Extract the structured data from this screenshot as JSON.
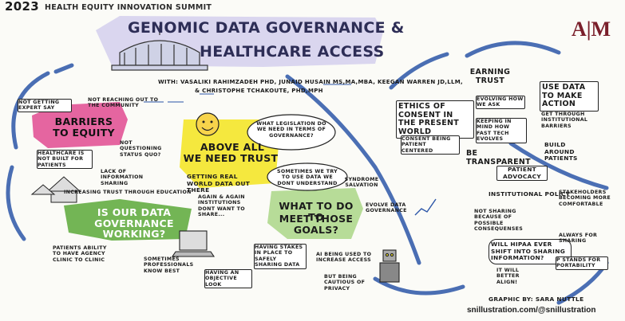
{
  "header": {
    "year": "2023",
    "event": "HEALTH EQUITY INNOVATION SUMMIT",
    "title_line1": "GENOMIC DATA GOVERNANCE &",
    "title_line2": "HEALTHCARE ACCESS",
    "speakers_line1": "WITH: VASALIKI RAHIMZADEH PHD, JUNAID HUSAIN MS,MA,MBA, KEEGAN WARREN JD,LLM,",
    "speakers_line2": "& CHRISTOPHE TCHAKOUTE, PHD,MPH",
    "logo": "A|M"
  },
  "barriers": {
    "title": "BARRIERS TO EQUITY",
    "not_getting": "NOT GETTING EXPERT SAY",
    "not_reaching": "NOT REACHING OUT TO THE COMMUNITY",
    "not_questioning": "NOT QUESTIONING STATUS QUO?",
    "not_built": "HEALTHCARE IS NOT BUILT FOR PATIENTS",
    "lack_info": "LACK OF INFORMATION SHARING"
  },
  "trust": {
    "question": "WHAT LEGISLATION DO WE NEED IN TERMS OF GOVERNANCE?",
    "title_line1": "ABOVE ALL",
    "title_line2": "WE NEED TRUST",
    "real_world": "GETTING REAL WORLD DATA OUT THERE",
    "sometimes": "SOMETIMES WE TRY TO USE DATA WE DONT UNDERSTAND",
    "again": "AGAIN & AGAIN INSTITUTIONS DONT WANT TO SHARE..."
  },
  "working": {
    "increasing": "INCREASING TRUST THROUGH EDUCATION",
    "title": "IS OUR DATA GOVERNANCE WORKING?",
    "patients": "PATIENTS ABILITY TO HAVE AGENCY CLINIC TO CLINIC",
    "professionals": "SOMETIMES PROFESSIONALS KNOW BEST",
    "objective": "HAVING AN OBJECTIVE LOOK"
  },
  "goals": {
    "syndrome": "SYNDROME SALVATION",
    "title_line1": "WHAT TO DO TO",
    "title_line2": "MEET THOSE GOALS?",
    "evolve": "EVOLVE DATA GOVERNANCE",
    "stakes": "HAVING STAKES IN PLACE TO SAFELY SHARING DATA",
    "ai": "AI BEING USED TO INCREASE ACCESS",
    "cautious": "BUT BEING CAUTIOUS OF PRIVACY"
  },
  "consent": {
    "earning": "EARNING TRUST",
    "ethics": "ETHICS OF CONSENT IN THE PRESENT WORLD",
    "evolving": "EVOLVING HOW WE ASK",
    "keeping": "KEEPING IN MIND HOW FAST TECH EVOLVES",
    "patient_centered": "CONSENT BEING PATIENT CENTERED",
    "transparent": "BE TRANSPARENT"
  },
  "action": {
    "use_data": "USE DATA TO MAKE ACTION",
    "get_through": "GET THROUGH INSTITUTIONAL BARRIERS",
    "build": "BUILD AROUND PATIENTS"
  },
  "policy": {
    "advocacy": "PATIENT ADVOCACY",
    "institutional": "INSTITUTIONAL POLICY",
    "stakeholders": "STAKEHOLDERS BECOMING MORE COMFORTABLE",
    "not_sharing": "NOT SHARING BECAUSE OF POSSIBLE CONSEQUENSES"
  },
  "hipaa": {
    "question": "WILL HIPAA EVER SHIFT INTO SHARING INFORMATION?",
    "always": "ALWAYS FOR SHARING",
    "better": "IT WILL BETTER ALIGN!",
    "p_stands": "P STANDS FOR PORTABILITY"
  },
  "credit": {
    "line1": "GRAPHIC BY: SARA NUTTLE",
    "line2": "snillustration.com/@snillustration"
  },
  "colors": {
    "magenta": "#d62c7a",
    "yellow": "#f2e11c",
    "green": "#4e9b2f",
    "blue": "#2c56a8",
    "purple": "#b9b2dd",
    "maroon": "#7a1f2b"
  }
}
